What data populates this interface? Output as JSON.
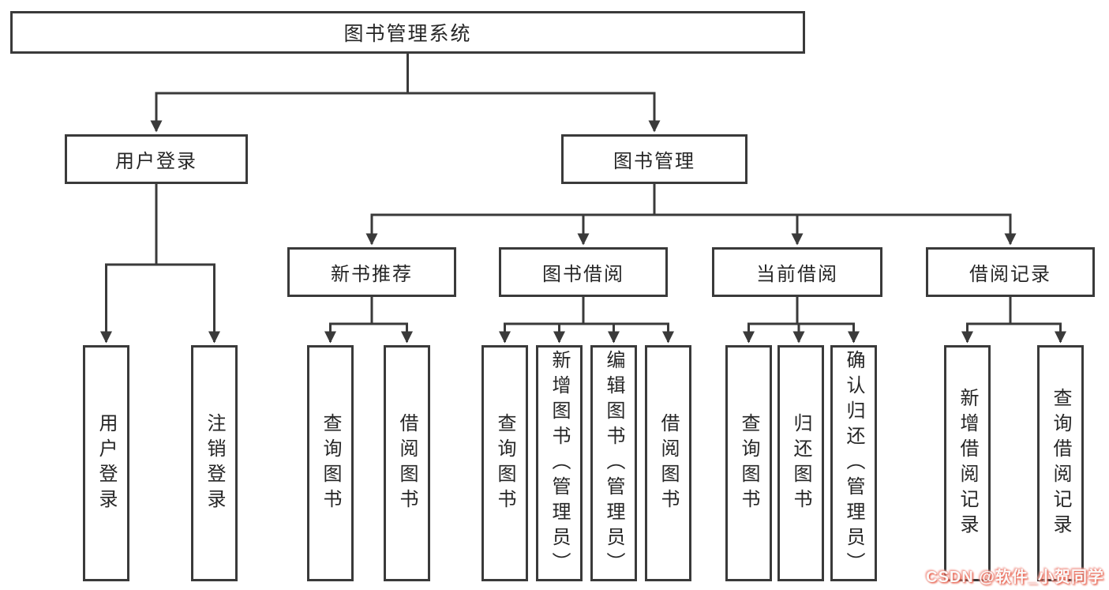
{
  "diagram": {
    "title": "图书管理系统",
    "level2": [
      {
        "label": "用户登录"
      },
      {
        "label": "图书管理"
      }
    ],
    "level3": [
      {
        "label": "新书推荐"
      },
      {
        "label": "图书借阅"
      },
      {
        "label": "当前借阅"
      },
      {
        "label": "借阅记录"
      }
    ],
    "leaves": [
      {
        "label": "用户登录"
      },
      {
        "label": "注销登录"
      },
      {
        "label": "查询图书"
      },
      {
        "label": "借阅图书"
      },
      {
        "label": "查询图书"
      },
      {
        "label": "新增图书（管理员）"
      },
      {
        "label": "编辑图书（管理员）"
      },
      {
        "label": "借阅图书"
      },
      {
        "label": "查询图书"
      },
      {
        "label": "归还图书"
      },
      {
        "label": "确认归还（管理员）"
      },
      {
        "label": "新增借阅记录"
      },
      {
        "label": "查询借阅记录"
      }
    ]
  },
  "watermark": {
    "text": "CSDN @软件_小贺同学"
  },
  "colors": {
    "line": "#3a3a3a",
    "node_border": "#3a3a3a",
    "text": "#262626",
    "background": "#ffffff",
    "watermark_text": "#fafafa",
    "watermark_glow": "#e8604c"
  }
}
